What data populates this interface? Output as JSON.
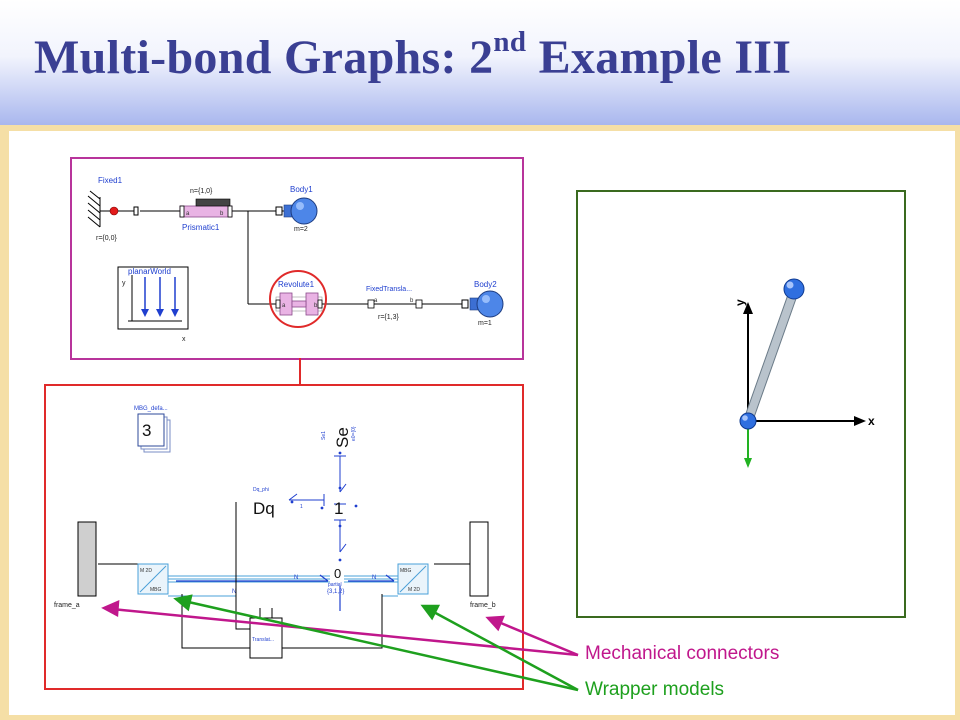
{
  "slide": {
    "title_main": "Multi-bond Graphs: 2",
    "title_sup": "nd",
    "title_rest": " Example III"
  },
  "top_diagram": {
    "fixed_label": "Fixed1",
    "fixed_param": "r={0,0}",
    "prismatic_dir": "n={1,0}",
    "prismatic_label": "Prismatic1",
    "port_a": "a",
    "port_b": "b",
    "body1_label": "Body1",
    "body1_param": "m=2",
    "world_label": "planarWorld",
    "world_axis_y": "y",
    "world_axis_x": "x",
    "revolute_label": "Revolute1",
    "fixedtrans_label": "FixedTransla...",
    "fixedtrans_param": "r={1,3}",
    "body2_label": "Body2",
    "body2_param": "m=1"
  },
  "bottom_diagram": {
    "defaults_label": "MBG_defa...",
    "defaults_number": "3",
    "se_label": "Se",
    "se_small_left": "Se1",
    "se_small_right": "e0={0}",
    "dq_label": "Dq",
    "dq_small": "Dq_phi",
    "one_junction": "1",
    "one_small": "1",
    "zero_junction": "0",
    "zero_small": "partial",
    "zero_param": "{3,1,2}",
    "bond_n1": "N",
    "bond_n2": "N",
    "bond_n3": "N",
    "wrap_left_top": "M 2D",
    "wrap_left_bottom": "MBG",
    "wrap_right_top": "MBG",
    "wrap_right_bottom": "M 2D",
    "frame_a": "frame_a",
    "frame_b": "frame_b",
    "translat_label": "Translat..."
  },
  "animation": {
    "axis_y": "y",
    "axis_x": "x"
  },
  "callouts": {
    "mechanical": "Mechanical connectors",
    "wrapper": "Wrapper models"
  },
  "colors": {
    "title": "#3a3f93",
    "frame": "#f5dfa6",
    "box_top": "#b8349b",
    "box_bottom": "#e02a2a",
    "box_right": "#3a6a1f",
    "callout_mechanical": "#c0178c",
    "callout_wrapper": "#1ea01e",
    "label_blue": "#1f3fcf"
  }
}
